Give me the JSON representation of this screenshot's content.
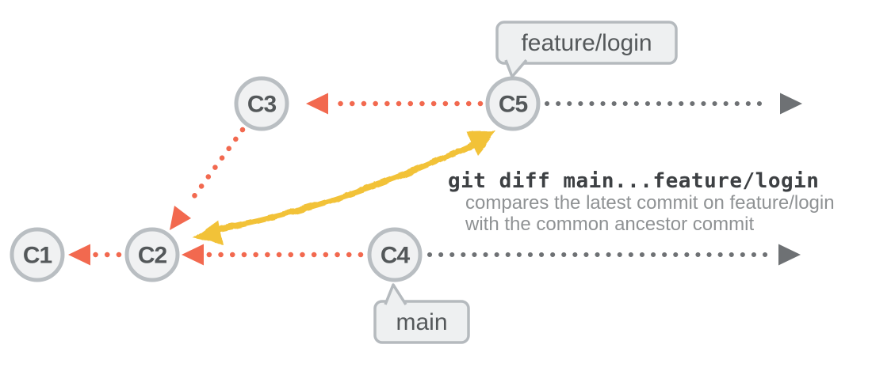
{
  "colors": {
    "red": "#f2694f",
    "yellow": "#f2c239",
    "gray_arrow": "#6e7174",
    "node_fill": "#f0f1f2",
    "node_border": "#b9bec2",
    "node_text": "#54585a",
    "label_fill": "#eef0f1",
    "label_border": "#b5babe",
    "command_text": "#3d4043",
    "description_text": "#8f9294"
  },
  "commits": {
    "c1": "C1",
    "c2": "C2",
    "c3": "C3",
    "c4": "C4",
    "c5": "C5"
  },
  "branch_labels": {
    "feature": "feature/login",
    "main": "main"
  },
  "annotation": {
    "command": "git diff main...feature/login",
    "description_line1": "compares the latest commit on feature/login",
    "description_line2": "with the common ancestor commit"
  }
}
